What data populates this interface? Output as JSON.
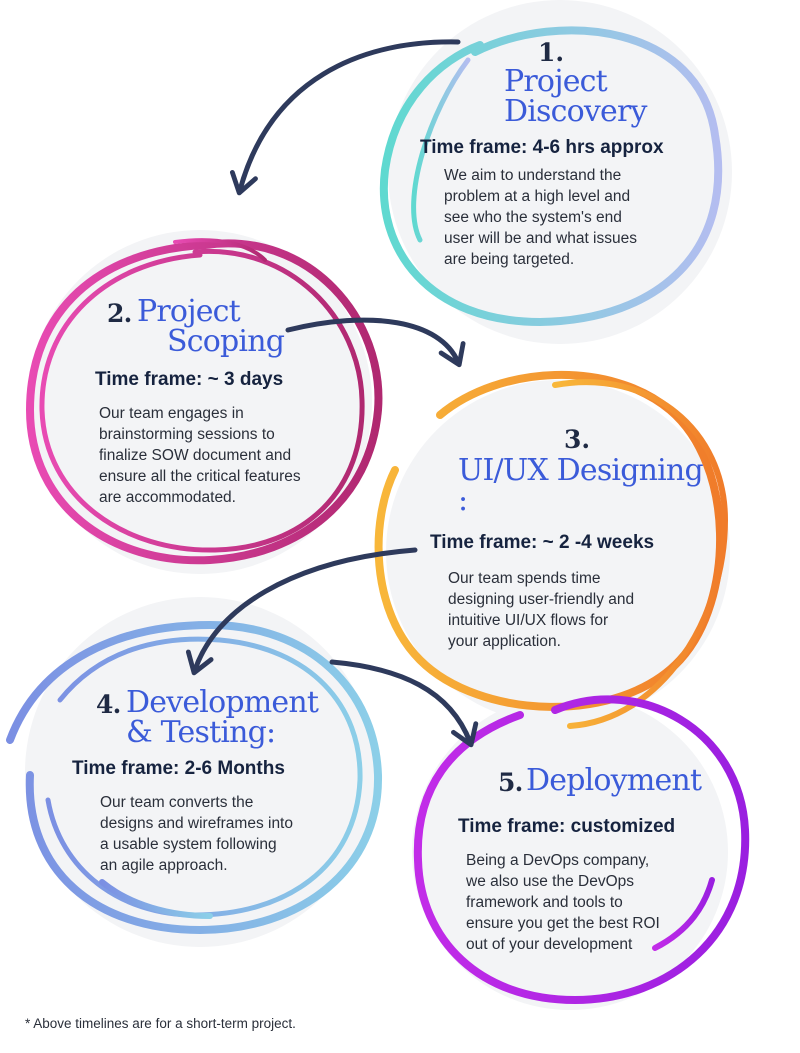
{
  "steps": [
    {
      "number": "1.",
      "title_lines": [
        "Project",
        "Discovery"
      ],
      "time_frame": "Time frame: 4-6 hrs approx",
      "description_lines": [
        "We aim to understand the",
        "problem at a high level and",
        "see who the system's end",
        "user will be and what issues",
        "are being targeted."
      ],
      "ring_color_start": "#5fd9d0",
      "ring_color_end": "#b4bdf0"
    },
    {
      "number": "2.",
      "title_lines": [
        "Project",
        "Scoping"
      ],
      "time_frame": "Time frame: ~ 3 days",
      "description_lines": [
        "Our team engages in",
        "brainstorming sessions to",
        "finalize SOW document and",
        "ensure all the critical features",
        "are accommodated."
      ],
      "ring_color_start": "#e84bb3",
      "ring_color_end": "#b02870"
    },
    {
      "number": "3.",
      "title_lines": [
        "UI/UX Designing :"
      ],
      "time_frame": "Time frame: ~ 2 -4 weeks",
      "description_lines": [
        "Our team spends time",
        "designing user-friendly and",
        "intuitive UI/UX flows for",
        "your application."
      ],
      "ring_color_start": "#f8b73a",
      "ring_color_end": "#f07b2a"
    },
    {
      "number": "4.",
      "title_lines": [
        "Development",
        "& Testing:"
      ],
      "time_frame": "Time frame: 2-6 Months",
      "description_lines": [
        "Our team converts the",
        "designs and wireframes into",
        "a usable system following",
        "an agile approach."
      ],
      "ring_color_start": "#7b8fe3",
      "ring_color_end": "#8ccfe8"
    },
    {
      "number": "5.",
      "title_lines": [
        "Deployment"
      ],
      "time_frame": "Time frame: customized",
      "description_lines": [
        "Being a DevOps company,",
        "we also use the DevOps",
        "framework and tools to",
        "ensure you get the best ROI",
        "out of your development"
      ],
      "ring_color_start": "#c22ce8",
      "ring_color_end": "#9a1fe0"
    }
  ],
  "arrow_color": "#2e3a5c",
  "footnote": "* Above timelines are for a short-term project."
}
